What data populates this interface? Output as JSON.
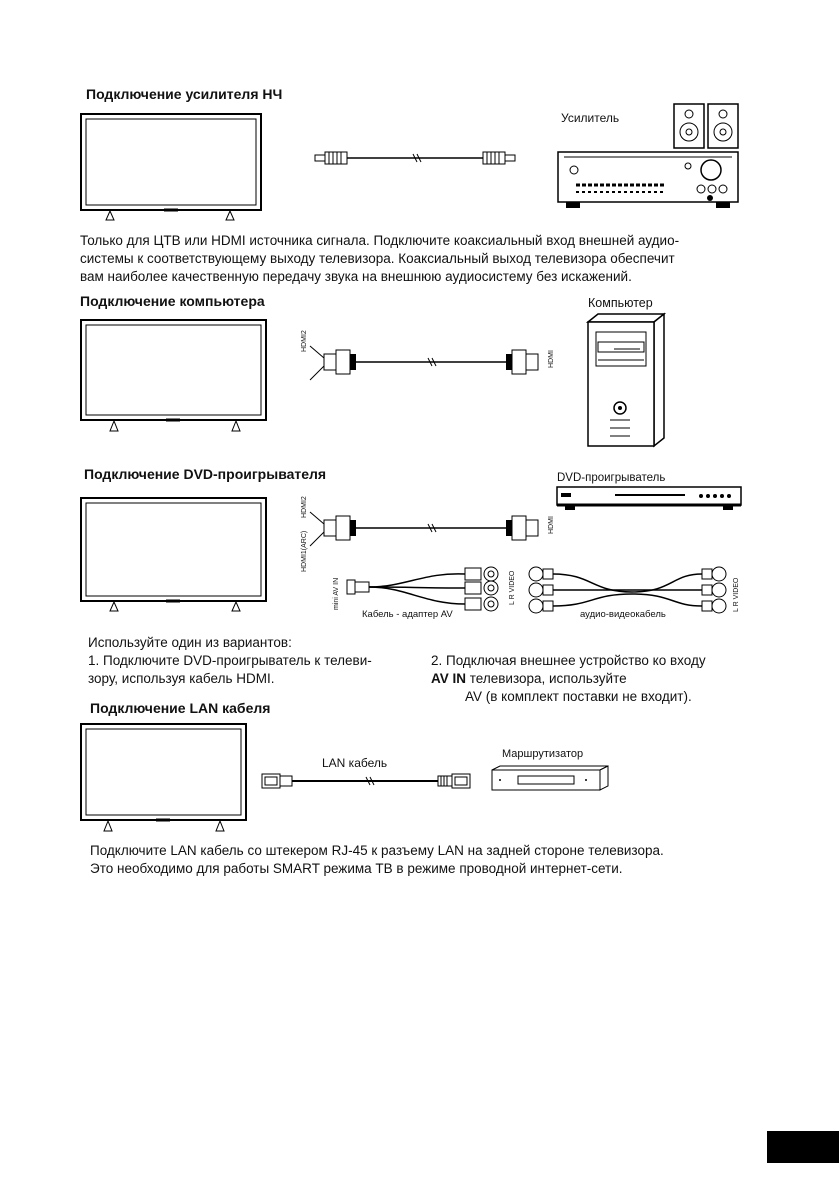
{
  "sections": {
    "amp": {
      "heading": "Подключение усилителя НЧ",
      "device_label": "Усилитель",
      "text": [
        "Только для ЦТВ или HDMI источника сигнала. Подключите коаксиальный вход внешней аудио-",
        "системы к соответствующему выходу телевизора. Коаксиальный выход телевизора обеспечит",
        "вам наиболее качественную передачу звука на внешнюю аудиосистему без искажений."
      ]
    },
    "pc": {
      "heading": "Подключение компьютера",
      "device_label": "Компьютер",
      "port_tv": "HDMI2",
      "port_device": "HDMI"
    },
    "dvd": {
      "heading": "Подключение DVD-проигрывателя",
      "device_label": "DVD-проигрыватель",
      "port_hdmi2": "HDMI2",
      "port_arc": "HDMI1(ARC)",
      "port_device": "HDMI",
      "mini_av_in": "mini AV IN",
      "lr_video_left": "L  R  VIDEO",
      "lr_video_right": "L  R  VIDEO",
      "adapter_label": "Кабель - адаптер  AV",
      "av_cable_label": "аудио-видеокабель",
      "options_title": "Используйте один из вариантов:",
      "option1_line1": "1.  Подключите DVD-проигрыватель к телеви-",
      "option1_line2": "зору, используя кабель HDMI.",
      "option2_line1": "2. Подключая внешнее устройство ко входу",
      "option2_bold": "AV IN",
      "option2_line2_rest": "  телевизора, используйте",
      "option2_line3": "AV (в комплект поставки не входит)."
    },
    "lan": {
      "heading": "Подключение LAN кабеля",
      "cable_label": "LAN кабель",
      "device_label": "Маршрутизатор",
      "text": [
        "Подключите LAN кабель со штекером RJ-45 к разъему LAN на задней стороне телевизора.",
        "Это необходимо для работы SMART режима ТВ в режиме проводной интернет-сети."
      ]
    }
  }
}
